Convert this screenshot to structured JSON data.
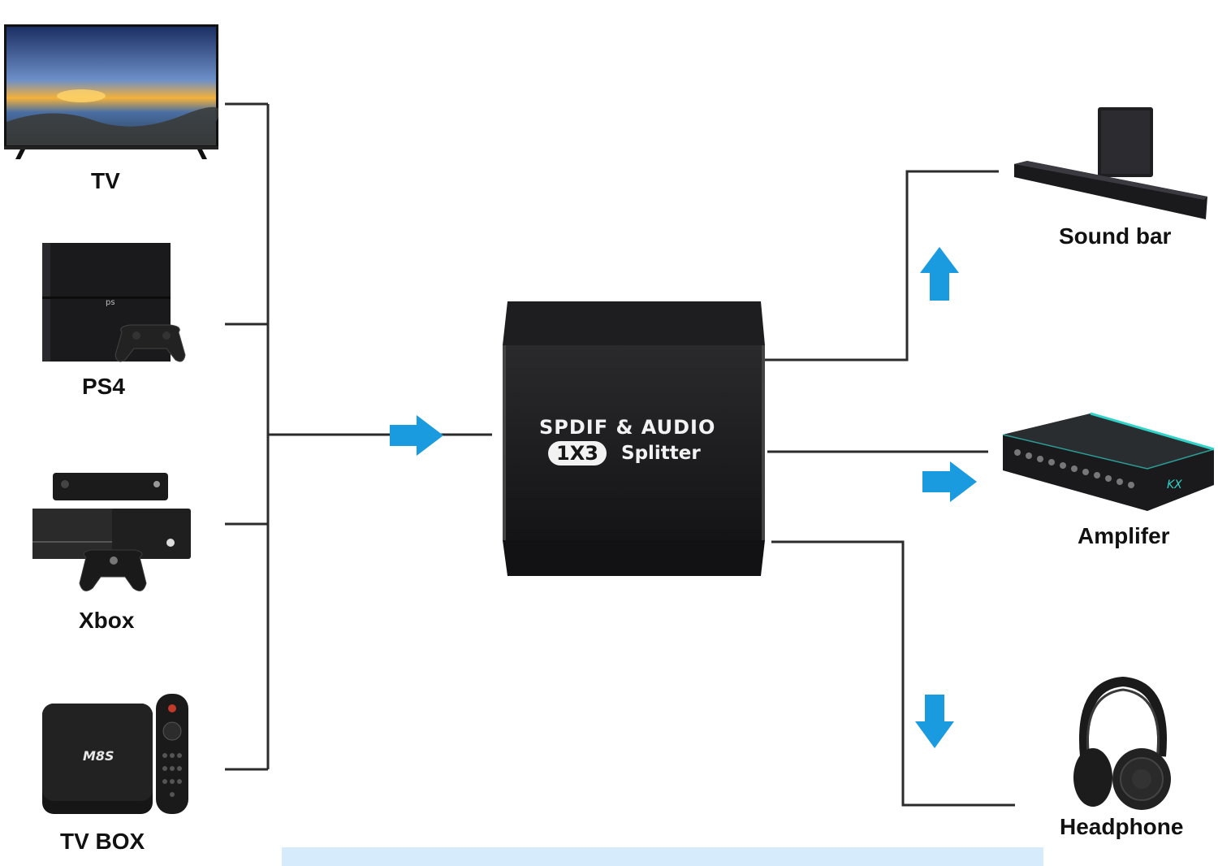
{
  "inputs": [
    {
      "label": "TV",
      "icon": "tv-icon"
    },
    {
      "label": "PS4",
      "icon": "ps4-console-icon"
    },
    {
      "label": "Xbox",
      "icon": "xbox-console-icon"
    },
    {
      "label": "TV BOX",
      "icon": "tv-box-icon"
    }
  ],
  "outputs": [
    {
      "label": "Sound bar",
      "icon": "soundbar-icon"
    },
    {
      "label": "Amplifer",
      "icon": "amplifier-icon"
    },
    {
      "label": "Headphone",
      "icon": "headphone-icon"
    }
  ],
  "splitter": {
    "line1": "SPDIF & AUDIO",
    "badge": "1X3",
    "word": "Splitter"
  },
  "tvbox_brand": "M8S",
  "colors": {
    "arrow": "#1a9be0",
    "line": "#2b2b2b",
    "device": "#1c1c1e",
    "band": "#d6ebfb"
  }
}
